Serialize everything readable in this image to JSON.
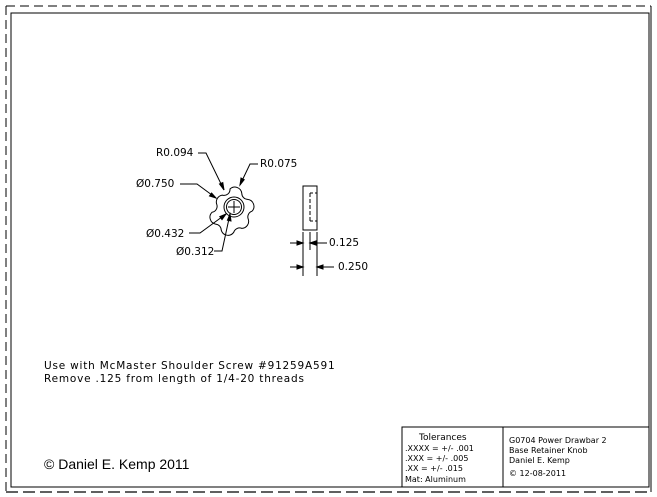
{
  "dimensions": {
    "r_outer_lobe": "R0.094",
    "r_small_lobe": "R0.075",
    "dia_outer": "Ø0.750",
    "dia_boss": "Ø0.432",
    "dia_bore": "Ø0.312",
    "thickness_step": "0.125",
    "thickness_total": "0.250"
  },
  "notes": {
    "line1": "Use with McMaster Shoulder Screw #91259A591",
    "line2": "Remove .125 from length of 1/4-20 threads"
  },
  "copyright": "© Daniel E. Kemp 2011",
  "tolerances": {
    "heading": "Tolerances",
    "rows": [
      ".XXXX = +/- .001",
      ".XXX   = +/- .005",
      ".XX     = +/- .015"
    ],
    "material": "Mat: Aluminum"
  },
  "title_block": {
    "line1": "G0704 Power Drawbar 2",
    "line2": "Base Retainer Knob",
    "line3": "Daniel E. Kemp",
    "line4": "© 12-08-2011"
  },
  "colors": {
    "ink": "#000000",
    "paper": "#ffffff"
  }
}
